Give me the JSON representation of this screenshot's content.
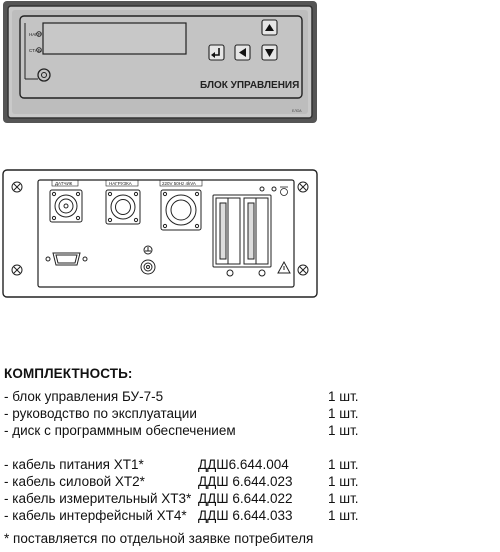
{
  "front_panel": {
    "led_labels": [
      "НАГР.",
      "СТАБ."
    ],
    "brand_label": "БЛОК УПРАВЛЕНИЯ",
    "corner_text": "ЕЛОА",
    "buttons": [
      "up-arrow",
      "enter-arrow",
      "left-arrow",
      "down-arrow"
    ]
  },
  "rear_panel": {
    "connector_labels": [
      "ДАТЧИК",
      "НАГРУЗКА",
      "220V 50Hz 4kVA"
    ]
  },
  "kit": {
    "title": "КОМПЛЕКТНОСТЬ:",
    "items": [
      {
        "name": "- блок управления  БУ-7-5",
        "code": "",
        "qty": "1 шт."
      },
      {
        "name": "- руководство по эксплуатации",
        "code": "",
        "qty": "1 шт."
      },
      {
        "name": "- диск с программным обеспечением",
        "code": "",
        "qty": "1 шт."
      },
      {
        "name": "- кабель питания ХТ1*",
        "code": "ДДШ6.644.004",
        "qty": "1 шт."
      },
      {
        "name": "- кабель силовой ХТ2*",
        "code": "ДДШ 6.644.023",
        "qty": "1 шт."
      },
      {
        "name": "- кабель измерительный ХТ3*",
        "code": "ДДШ 6.644.022",
        "qty": "1 шт."
      },
      {
        "name": "- кабель интерфейсный ХТ4*",
        "code": "ДДШ 6.644.033",
        "qty": "1 шт."
      }
    ],
    "note": "* поставляется по отдельной заявке потребителя"
  }
}
